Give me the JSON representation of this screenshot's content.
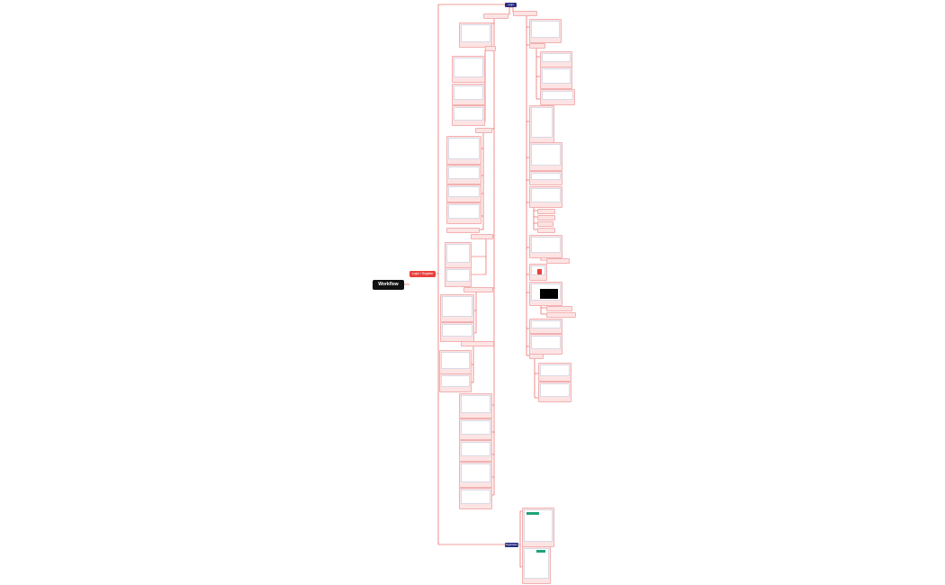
{
  "root_label": "Workflow",
  "hub_label": "Login / Register",
  "login_label": "Login",
  "registration_label": "Registration",
  "colors": {
    "line": "#e8413d",
    "card_bg": "#fde4e4",
    "card_border": "#f2b1b1",
    "root": "#111111",
    "hub": "#e8413d",
    "navy": "#2b2e83"
  }
}
